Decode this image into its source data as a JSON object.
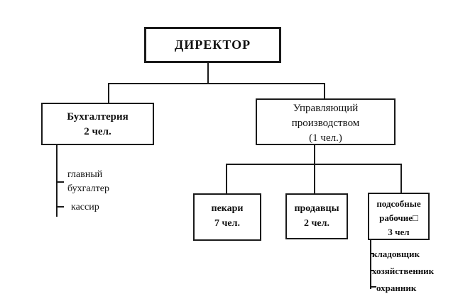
{
  "org_chart": {
    "director": {
      "label": "ДИРЕКТОР"
    },
    "accounting": {
      "title": "Бухгалтерия",
      "count": "2 чел."
    },
    "production_manager": {
      "title_line1": "Управляющий",
      "title_line2": "производством",
      "count": "(1 чел.)"
    },
    "bakers": {
      "title": "пекари",
      "count": "7 чел."
    },
    "sellers": {
      "title": "продавцы",
      "count": "2 чел."
    },
    "auxiliary_workers": {
      "title_line1": "подсобные",
      "title_line2": "рабочие□",
      "count": "3 чел"
    },
    "accounting_staff": [
      {
        "label": "главный бухгалтер"
      },
      {
        "label": "кассир"
      }
    ],
    "auxiliary_staff": [
      {
        "label": "кладовщик"
      },
      {
        "label": "хозяйственник"
      },
      {
        "label": "охранник"
      }
    ]
  },
  "colors": {
    "background": "#ffffff",
    "line": "#1a1a1a",
    "text": "#111111"
  }
}
